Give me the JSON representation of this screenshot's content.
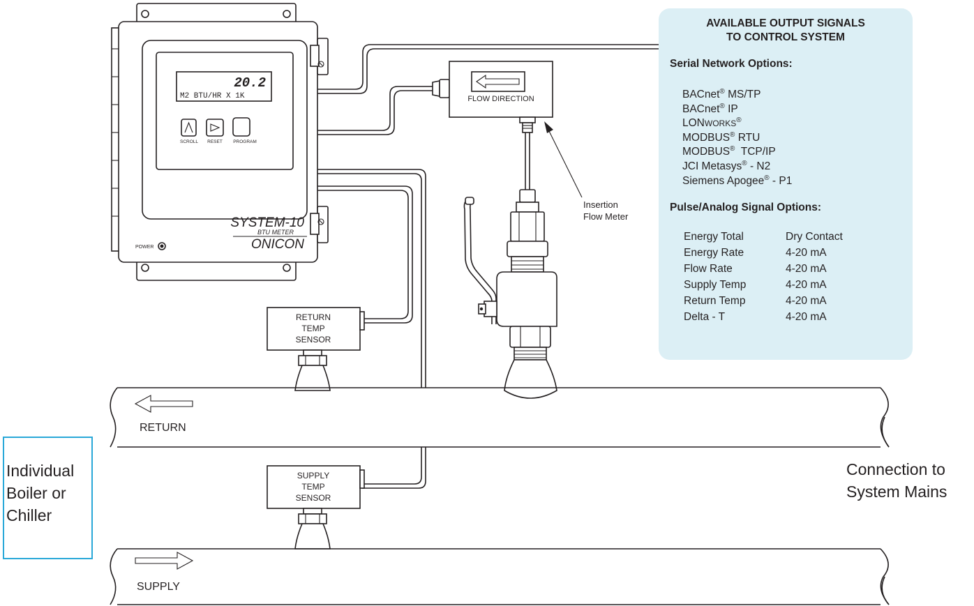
{
  "meter": {
    "display_value": "20.2",
    "display_units": "M2 BTU/HR X 1K",
    "buttons": [
      "SCROLL",
      "RESET",
      "PROGRAM"
    ],
    "model": "SYSTEM-10",
    "model_subtitle": "BTU METER",
    "brand": "ONICON",
    "power_label": "POWER"
  },
  "flow_meter": {
    "direction_label": "FLOW DIRECTION",
    "callout": [
      "Insertion",
      "Flow Meter"
    ]
  },
  "sensors": {
    "return": [
      "RETURN",
      "TEMP",
      "SENSOR"
    ],
    "supply": [
      "SUPPLY",
      "TEMP",
      "SENSOR"
    ]
  },
  "pipes": {
    "return_label": "RETURN",
    "supply_label": "SUPPLY"
  },
  "left_label": [
    "Individual",
    "Boiler or",
    "Chiller"
  ],
  "right_label": [
    "Connection to",
    "System Mains"
  ],
  "output_panel": {
    "title_line1": "AVAILABLE OUTPUT SIGNALS",
    "title_line2": "TO CONTROL SYSTEM",
    "serial_heading": "Serial Network Options:",
    "serial_options": [
      {
        "main": "BACnet",
        "sup": "®",
        "rest": " MS/TP"
      },
      {
        "main": "BACnet",
        "sup": "®",
        "rest": " IP"
      },
      {
        "main": "LON",
        "small": "WORKS",
        "sup": "®",
        "rest": ""
      },
      {
        "main": "MODBUS",
        "sup": "®",
        "rest": " RTU"
      },
      {
        "main": "MODBUS",
        "sup": "®",
        "rest": "  TCP/IP"
      },
      {
        "main": "JCI Metasys",
        "sup": "®",
        "rest": " - N2"
      },
      {
        "main": "Siemens Apogee",
        "sup": "®",
        "rest": " - P1"
      }
    ],
    "pulse_heading": "Pulse/Analog Signal Options:",
    "pulse_options": [
      {
        "name": "Energy Total",
        "signal": "Dry Contact"
      },
      {
        "name": "Energy Rate",
        "signal": "4-20 mA"
      },
      {
        "name": "Flow Rate",
        "signal": "4-20 mA"
      },
      {
        "name": "Supply Temp",
        "signal": "4-20 mA"
      },
      {
        "name": "Return Temp",
        "signal": "4-20 mA"
      },
      {
        "name": "Delta - T",
        "signal": "4-20 mA"
      }
    ]
  },
  "colors": {
    "panel_bg": "#dceff5",
    "boiler_box_border": "#29a8d8",
    "line": "#231f20"
  }
}
